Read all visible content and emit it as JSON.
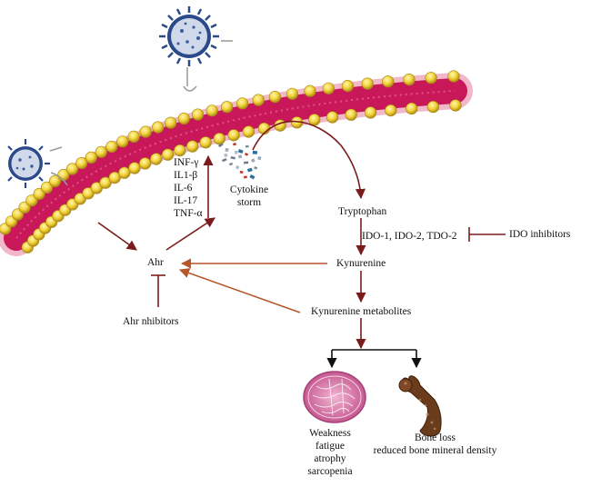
{
  "nodes": {
    "ahr": "Ahr",
    "ahr_inhibitors": "Ahr nhibitors",
    "cytokine_storm": [
      "Cytokine",
      "storm"
    ],
    "cytokines": [
      "INF-γ",
      "IL1-β",
      "IL-6",
      "IL-17",
      "TNF-α"
    ],
    "tryptophan": "Tryptophan",
    "enzymes": "IDO-1, IDO-2, TDO-2",
    "ido_inhibitors": "IDO inhibitors",
    "kynurenine": "Kynurenine",
    "kynurenine_metabolites": "Kynurenine metabolites",
    "muscle_effects": [
      "Weakness",
      "fatigue",
      "atrophy",
      "sarcopenia"
    ],
    "bone_effects": [
      "Bone loss",
      "reduced bone mineral density"
    ]
  },
  "colors": {
    "arrow_dark": "#7b1c1c",
    "arrow_orange": "#b5572a",
    "membrane_pink": "#c8185a",
    "membrane_bead": "#f2d33a",
    "virus_body": "#2a4a8a",
    "muscle": "#d46aa0",
    "bone": "#6b3c1c"
  }
}
